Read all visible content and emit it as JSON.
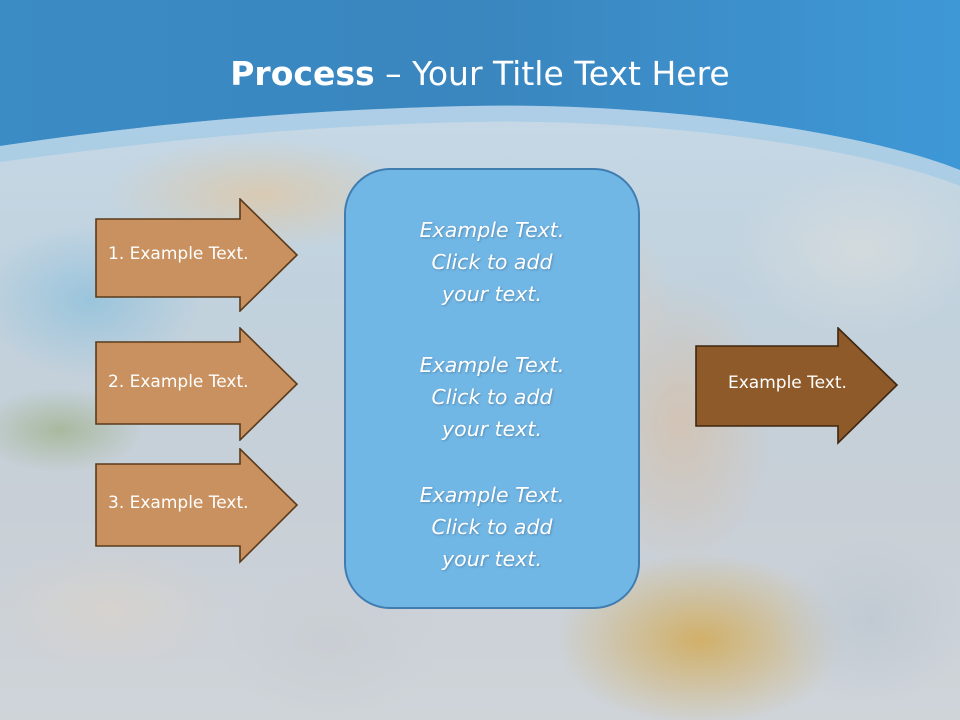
{
  "slide": {
    "title_bold": "Process",
    "title_rest": " – Your Title Text Here"
  },
  "left_arrows": [
    {
      "label": "1. Example Text."
    },
    {
      "label": "2. Example Text."
    },
    {
      "label": "3. Example Text."
    }
  ],
  "center_box": {
    "items": [
      {
        "line1": "Example Text.",
        "line2": "Click  to add",
        "line3": "your text."
      },
      {
        "line1": "Example Text.",
        "line2": "Click  to add",
        "line3": "your text."
      },
      {
        "line1": "Example Text.",
        "line2": "Click  to add",
        "line3": "your text."
      }
    ]
  },
  "right_arrow": {
    "label": "Example Text."
  },
  "colors": {
    "header_blue": "#3d8fcb",
    "left_arrow_fill": "#c8915f",
    "right_arrow_fill": "#8e5a2a",
    "center_box_fill": "#71b7e6",
    "center_box_border": "#3f7db1"
  }
}
